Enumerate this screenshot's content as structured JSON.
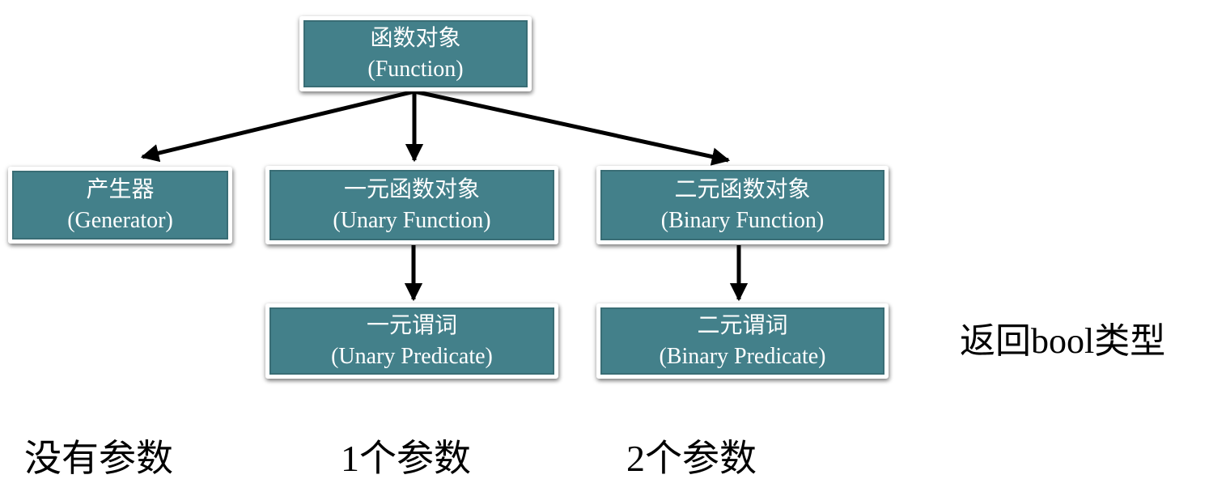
{
  "diagram": {
    "colors": {
      "node_fill": "#43808a",
      "node_border": "#ffffff",
      "node_text": "#ffffff",
      "arrow": "#000000",
      "annotation_text": "#000000",
      "background": "#ffffff"
    },
    "nodes": [
      {
        "id": "function",
        "title_zh": "函数对象",
        "title_en": "(Function)"
      },
      {
        "id": "generator",
        "title_zh": "产生器",
        "title_en": "(Generator)"
      },
      {
        "id": "unary-function",
        "title_zh": "一元函数对象",
        "title_en": "(Unary Function)"
      },
      {
        "id": "binary-function",
        "title_zh": "二元函数对象",
        "title_en": "(Binary Function)"
      },
      {
        "id": "unary-predicate",
        "title_zh": "一元谓词",
        "title_en": "(Unary Predicate)"
      },
      {
        "id": "binary-predicate",
        "title_zh": "二元谓词",
        "title_en": "(Binary Predicate)"
      }
    ],
    "edges": [
      {
        "from": "function",
        "to": "generator"
      },
      {
        "from": "function",
        "to": "unary-function"
      },
      {
        "from": "function",
        "to": "binary-function"
      },
      {
        "from": "unary-function",
        "to": "unary-predicate"
      },
      {
        "from": "binary-function",
        "to": "binary-predicate"
      }
    ],
    "annotations": {
      "bool_note": "返回bool类型",
      "no_params": "没有参数",
      "one_param": "1个参数",
      "two_params": "2个参数"
    }
  }
}
